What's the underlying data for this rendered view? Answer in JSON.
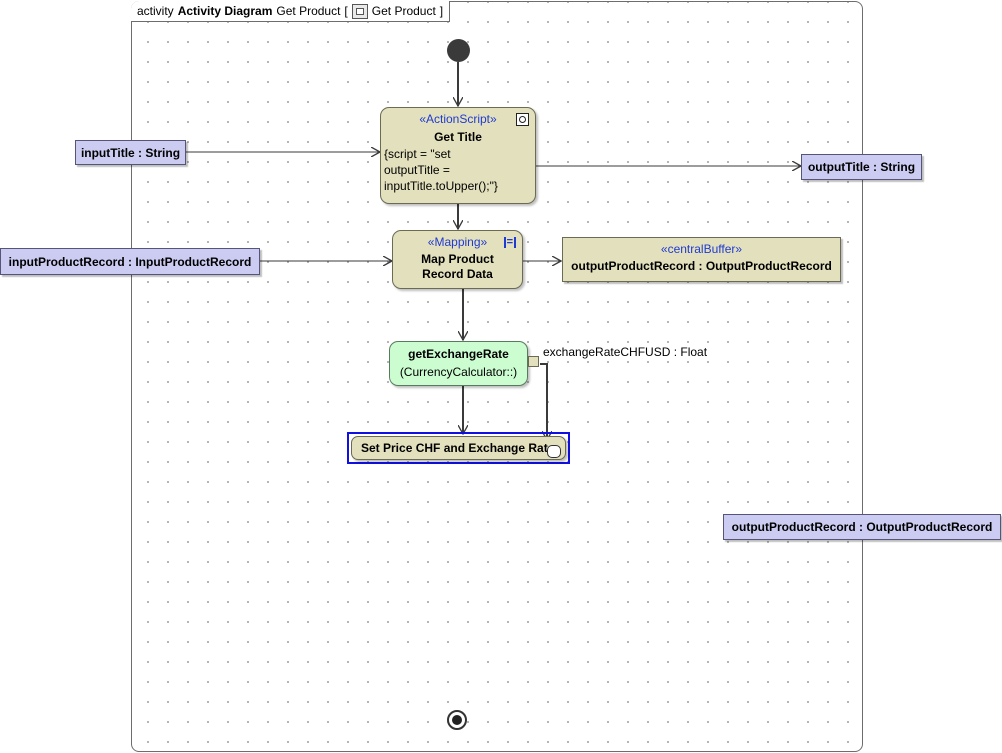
{
  "frame": {
    "keyword": "activity",
    "diagram_type": "Activity Diagram",
    "name": "Get Product",
    "bracket_open": "[",
    "bracket_label": "Get Product",
    "bracket_close": "]"
  },
  "nodes": {
    "get_title": {
      "stereotype": "«ActionScript»",
      "name": "Get Title",
      "script_lines": [
        "{script = \"set",
        "outputTitle =",
        "inputTitle.toUpper();\"}"
      ],
      "icon": "script-icon"
    },
    "map_product": {
      "stereotype": "«Mapping»",
      "name_lines": [
        "Map Product",
        "Record Data"
      ],
      "icon": "mapping-icon"
    },
    "central_buffer": {
      "stereotype": "«centralBuffer»",
      "name": "outputProductRecord : OutputProductRecord"
    },
    "get_exchange_rate": {
      "name": "getExchangeRate",
      "owner": "(CurrencyCalculator::)",
      "pin_label": "exchangeRateCHFUSD : Float"
    },
    "set_price": {
      "name": "Set Price CHF and Exchange Rat"
    },
    "input_title": {
      "label": "inputTitle : String"
    },
    "output_title": {
      "label": "outputTitle : String"
    },
    "input_product_record": {
      "label": "inputProductRecord : InputProductRecord"
    },
    "output_product_record": {
      "label": "outputProductRecord : OutputProductRecord"
    }
  },
  "colors": {
    "action_fill": "#e3e0bd",
    "object_fill": "#ccccf2",
    "call_fill": "#ccfdd1",
    "stereotype_text": "#1f3bd1",
    "selection_border": "#1010e0"
  }
}
